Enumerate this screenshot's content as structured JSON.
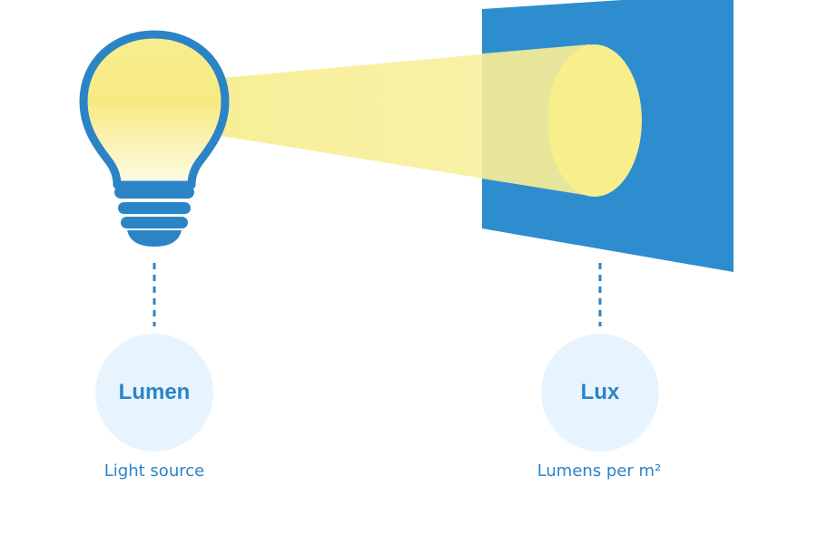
{
  "lumen": {
    "label": "Lumen",
    "caption": "Light source"
  },
  "lux": {
    "label": "Lux",
    "caption": "Lumens per m²"
  },
  "colors": {
    "accent_blue": "#2b84c6",
    "panel_blue": "#2e8dce",
    "light_yellow": "#f8ee8c",
    "beam_yellow": "#f7ef9a",
    "circle_fill": "#e8f4fd"
  }
}
